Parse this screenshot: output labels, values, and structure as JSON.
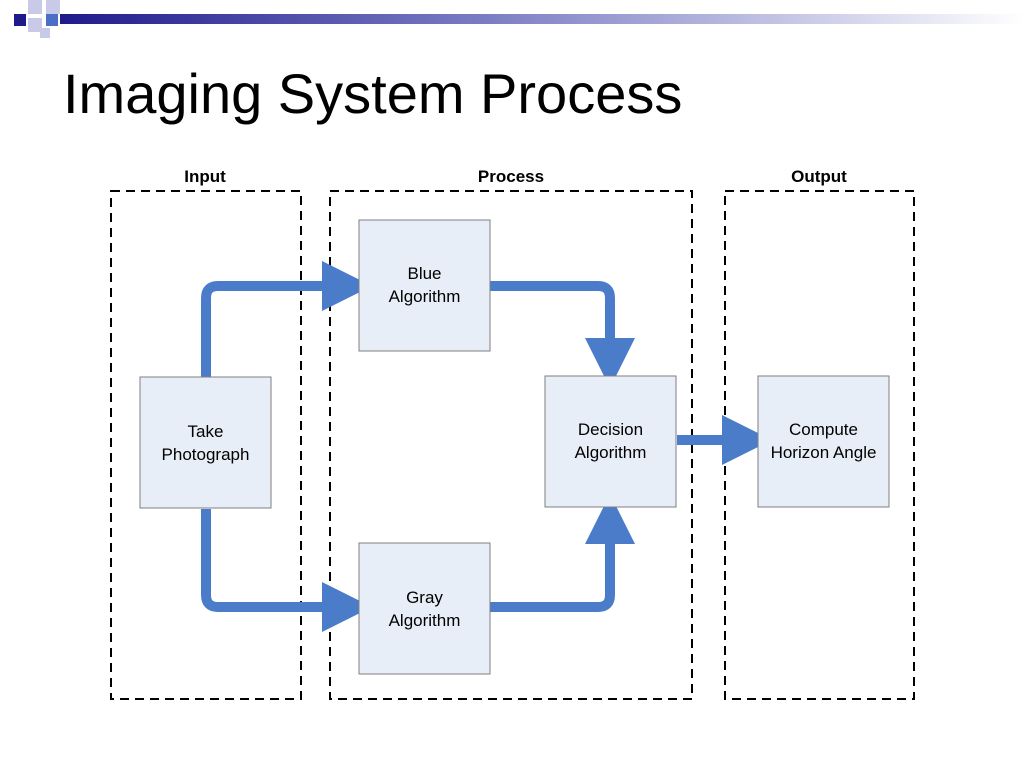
{
  "title": "Imaging System Process",
  "colors": {
    "accent_navy": "#1f1a8c",
    "accent_blue": "#4a6fc4",
    "accent_light": "#c8cae8",
    "node_fill": "#e8eef7",
    "node_stroke": "#7f7f7f",
    "arrow": "#4a7cc9",
    "dashed_border": "#000000"
  },
  "groups": {
    "input": {
      "label": "Input"
    },
    "process": {
      "label": "Process"
    },
    "output": {
      "label": "Output"
    }
  },
  "nodes": {
    "take_photo": {
      "line1": "Take",
      "line2": "Photograph"
    },
    "blue_alg": {
      "line1": "Blue",
      "line2": "Algorithm"
    },
    "gray_alg": {
      "line1": "Gray",
      "line2": "Algorithm"
    },
    "decision_alg": {
      "line1": "Decision",
      "line2": "Algorithm"
    },
    "compute_angle": {
      "line1": "Compute",
      "line2": "Horizon Angle"
    }
  },
  "edges": [
    {
      "from": "Take Photograph",
      "to": "Blue Algorithm"
    },
    {
      "from": "Take Photograph",
      "to": "Gray Algorithm"
    },
    {
      "from": "Blue Algorithm",
      "to": "Decision Algorithm"
    },
    {
      "from": "Gray Algorithm",
      "to": "Decision Algorithm"
    },
    {
      "from": "Decision Algorithm",
      "to": "Compute Horizon Angle"
    }
  ]
}
